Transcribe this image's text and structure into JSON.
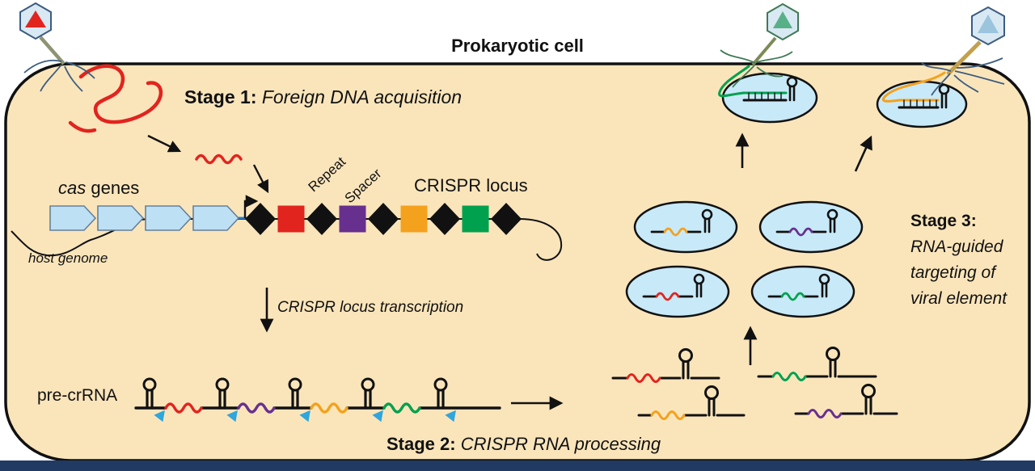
{
  "title": "Prokaryotic cell",
  "stages": {
    "stage1": {
      "label": "Stage 1:",
      "text": " Foreign DNA acquisition"
    },
    "stage2": {
      "label": "Stage 2:",
      "text": " CRISPR RNA processing"
    },
    "stage3": {
      "label": "Stage 3:",
      "lines": [
        "RNA-guided",
        "targeting of",
        "viral element"
      ]
    }
  },
  "labels": {
    "cas_italic": "cas",
    "cas_rest": " genes",
    "repeat": "Repeat",
    "spacer": "Spacer",
    "crispr_locus": "CRISPR locus",
    "host_genome": "host genome",
    "transcription": "CRISPR locus transcription",
    "pre_crrna": "pre-crRNA"
  },
  "icon_names": [
    "bacteriophage-icon",
    "repeat-diamond-icon",
    "rna-hairpin-icon",
    "cleavage-arrowhead-icon",
    "promoter-arrow-icon",
    "effector-complex-icon"
  ],
  "colors": {
    "cell_fill": "#FAE5BB",
    "outline": "#111111",
    "gene_fill": "#BEE0F4",
    "repeat_diamond": "#111111",
    "spacer_red": "#E2241E",
    "spacer_purple": "#67308F",
    "spacer_orange": "#F4A11D",
    "spacer_green": "#00A14E",
    "complex_ellipse_fill": "#C8E9F8",
    "cleavage_arrow": "#2FA6DC",
    "bottom_bar": "#203A64",
    "phage_head_fill": "#D8E9F3"
  }
}
